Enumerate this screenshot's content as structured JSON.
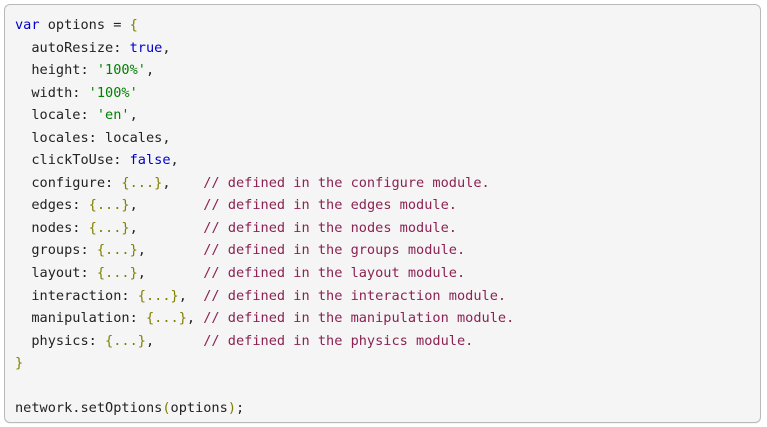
{
  "code_block": {
    "language": "javascript",
    "background_color": "#f5f5f5",
    "border_color": "#b9b9b9",
    "token_colors": {
      "keyword": "#0000cd",
      "string": "#008000",
      "comment": "#8b2252",
      "punctuation": "#808000",
      "plain": "#222222"
    },
    "lines": [
      {
        "index": 0,
        "text": "var options = {",
        "tokens": [
          {
            "t": "var",
            "c": "keyword"
          },
          {
            "t": " options = ",
            "c": "plain"
          },
          {
            "t": "{",
            "c": "punct"
          }
        ]
      },
      {
        "index": 1,
        "text": "  autoResize: true,",
        "tokens": [
          {
            "t": "  autoResize: ",
            "c": "plain"
          },
          {
            "t": "true",
            "c": "keyword"
          },
          {
            "t": ",",
            "c": "plain"
          }
        ]
      },
      {
        "index": 2,
        "text": "  height: '100%',",
        "tokens": [
          {
            "t": "  height: ",
            "c": "plain"
          },
          {
            "t": "'100%'",
            "c": "string"
          },
          {
            "t": ",",
            "c": "plain"
          }
        ]
      },
      {
        "index": 3,
        "text": "  width: '100%'",
        "tokens": [
          {
            "t": "  width: ",
            "c": "plain"
          },
          {
            "t": "'100%'",
            "c": "string"
          }
        ]
      },
      {
        "index": 4,
        "text": "  locale: 'en',",
        "tokens": [
          {
            "t": "  locale: ",
            "c": "plain"
          },
          {
            "t": "'en'",
            "c": "string"
          },
          {
            "t": ",",
            "c": "plain"
          }
        ]
      },
      {
        "index": 5,
        "text": "  locales: locales,",
        "tokens": [
          {
            "t": "  locales: locales,",
            "c": "plain"
          }
        ]
      },
      {
        "index": 6,
        "text": "  clickToUse: false,",
        "tokens": [
          {
            "t": "  clickToUse: ",
            "c": "plain"
          },
          {
            "t": "false",
            "c": "keyword"
          },
          {
            "t": ",",
            "c": "plain"
          }
        ]
      },
      {
        "index": 7,
        "text": "  configure: {...},    // defined in the configure module.",
        "tokens": [
          {
            "t": "  configure: ",
            "c": "plain"
          },
          {
            "t": "{...}",
            "c": "punct"
          },
          {
            "t": ",    ",
            "c": "plain"
          },
          {
            "t": "// defined in the configure module.",
            "c": "comment"
          }
        ]
      },
      {
        "index": 8,
        "text": "  edges: {...},        // defined in the edges module.",
        "tokens": [
          {
            "t": "  edges: ",
            "c": "plain"
          },
          {
            "t": "{...}",
            "c": "punct"
          },
          {
            "t": ",        ",
            "c": "plain"
          },
          {
            "t": "// defined in the edges module.",
            "c": "comment"
          }
        ]
      },
      {
        "index": 9,
        "text": "  nodes: {...},        // defined in the nodes module.",
        "tokens": [
          {
            "t": "  nodes: ",
            "c": "plain"
          },
          {
            "t": "{...}",
            "c": "punct"
          },
          {
            "t": ",        ",
            "c": "plain"
          },
          {
            "t": "// defined in the nodes module.",
            "c": "comment"
          }
        ]
      },
      {
        "index": 10,
        "text": "  groups: {...},       // defined in the groups module.",
        "tokens": [
          {
            "t": "  groups: ",
            "c": "plain"
          },
          {
            "t": "{...}",
            "c": "punct"
          },
          {
            "t": ",       ",
            "c": "plain"
          },
          {
            "t": "// defined in the groups module.",
            "c": "comment"
          }
        ]
      },
      {
        "index": 11,
        "text": "  layout: {...},       // defined in the layout module.",
        "tokens": [
          {
            "t": "  layout: ",
            "c": "plain"
          },
          {
            "t": "{...}",
            "c": "punct"
          },
          {
            "t": ",       ",
            "c": "plain"
          },
          {
            "t": "// defined in the layout module.",
            "c": "comment"
          }
        ]
      },
      {
        "index": 12,
        "text": "  interaction: {...},  // defined in the interaction module.",
        "tokens": [
          {
            "t": "  interaction: ",
            "c": "plain"
          },
          {
            "t": "{...}",
            "c": "punct"
          },
          {
            "t": ",  ",
            "c": "plain"
          },
          {
            "t": "// defined in the interaction module.",
            "c": "comment"
          }
        ]
      },
      {
        "index": 13,
        "text": "  manipulation: {...}, // defined in the manipulation module.",
        "tokens": [
          {
            "t": "  manipulation: ",
            "c": "plain"
          },
          {
            "t": "{...}",
            "c": "punct"
          },
          {
            "t": ", ",
            "c": "plain"
          },
          {
            "t": "// defined in the manipulation module.",
            "c": "comment"
          }
        ]
      },
      {
        "index": 14,
        "text": "  physics: {...},      // defined in the physics module.",
        "tokens": [
          {
            "t": "  physics: ",
            "c": "plain"
          },
          {
            "t": "{...}",
            "c": "punct"
          },
          {
            "t": ",      ",
            "c": "plain"
          },
          {
            "t": "// defined in the physics module.",
            "c": "comment"
          }
        ]
      },
      {
        "index": 15,
        "text": "}",
        "tokens": [
          {
            "t": "}",
            "c": "punct"
          }
        ]
      },
      {
        "index": 16,
        "text": "",
        "tokens": []
      },
      {
        "index": 17,
        "text": "network.setOptions(options);",
        "tokens": [
          {
            "t": "network.setOptions",
            "c": "plain"
          },
          {
            "t": "(",
            "c": "punct"
          },
          {
            "t": "options",
            "c": "plain"
          },
          {
            "t": ")",
            "c": "punct"
          },
          {
            "t": ";",
            "c": "plain"
          }
        ]
      }
    ]
  }
}
